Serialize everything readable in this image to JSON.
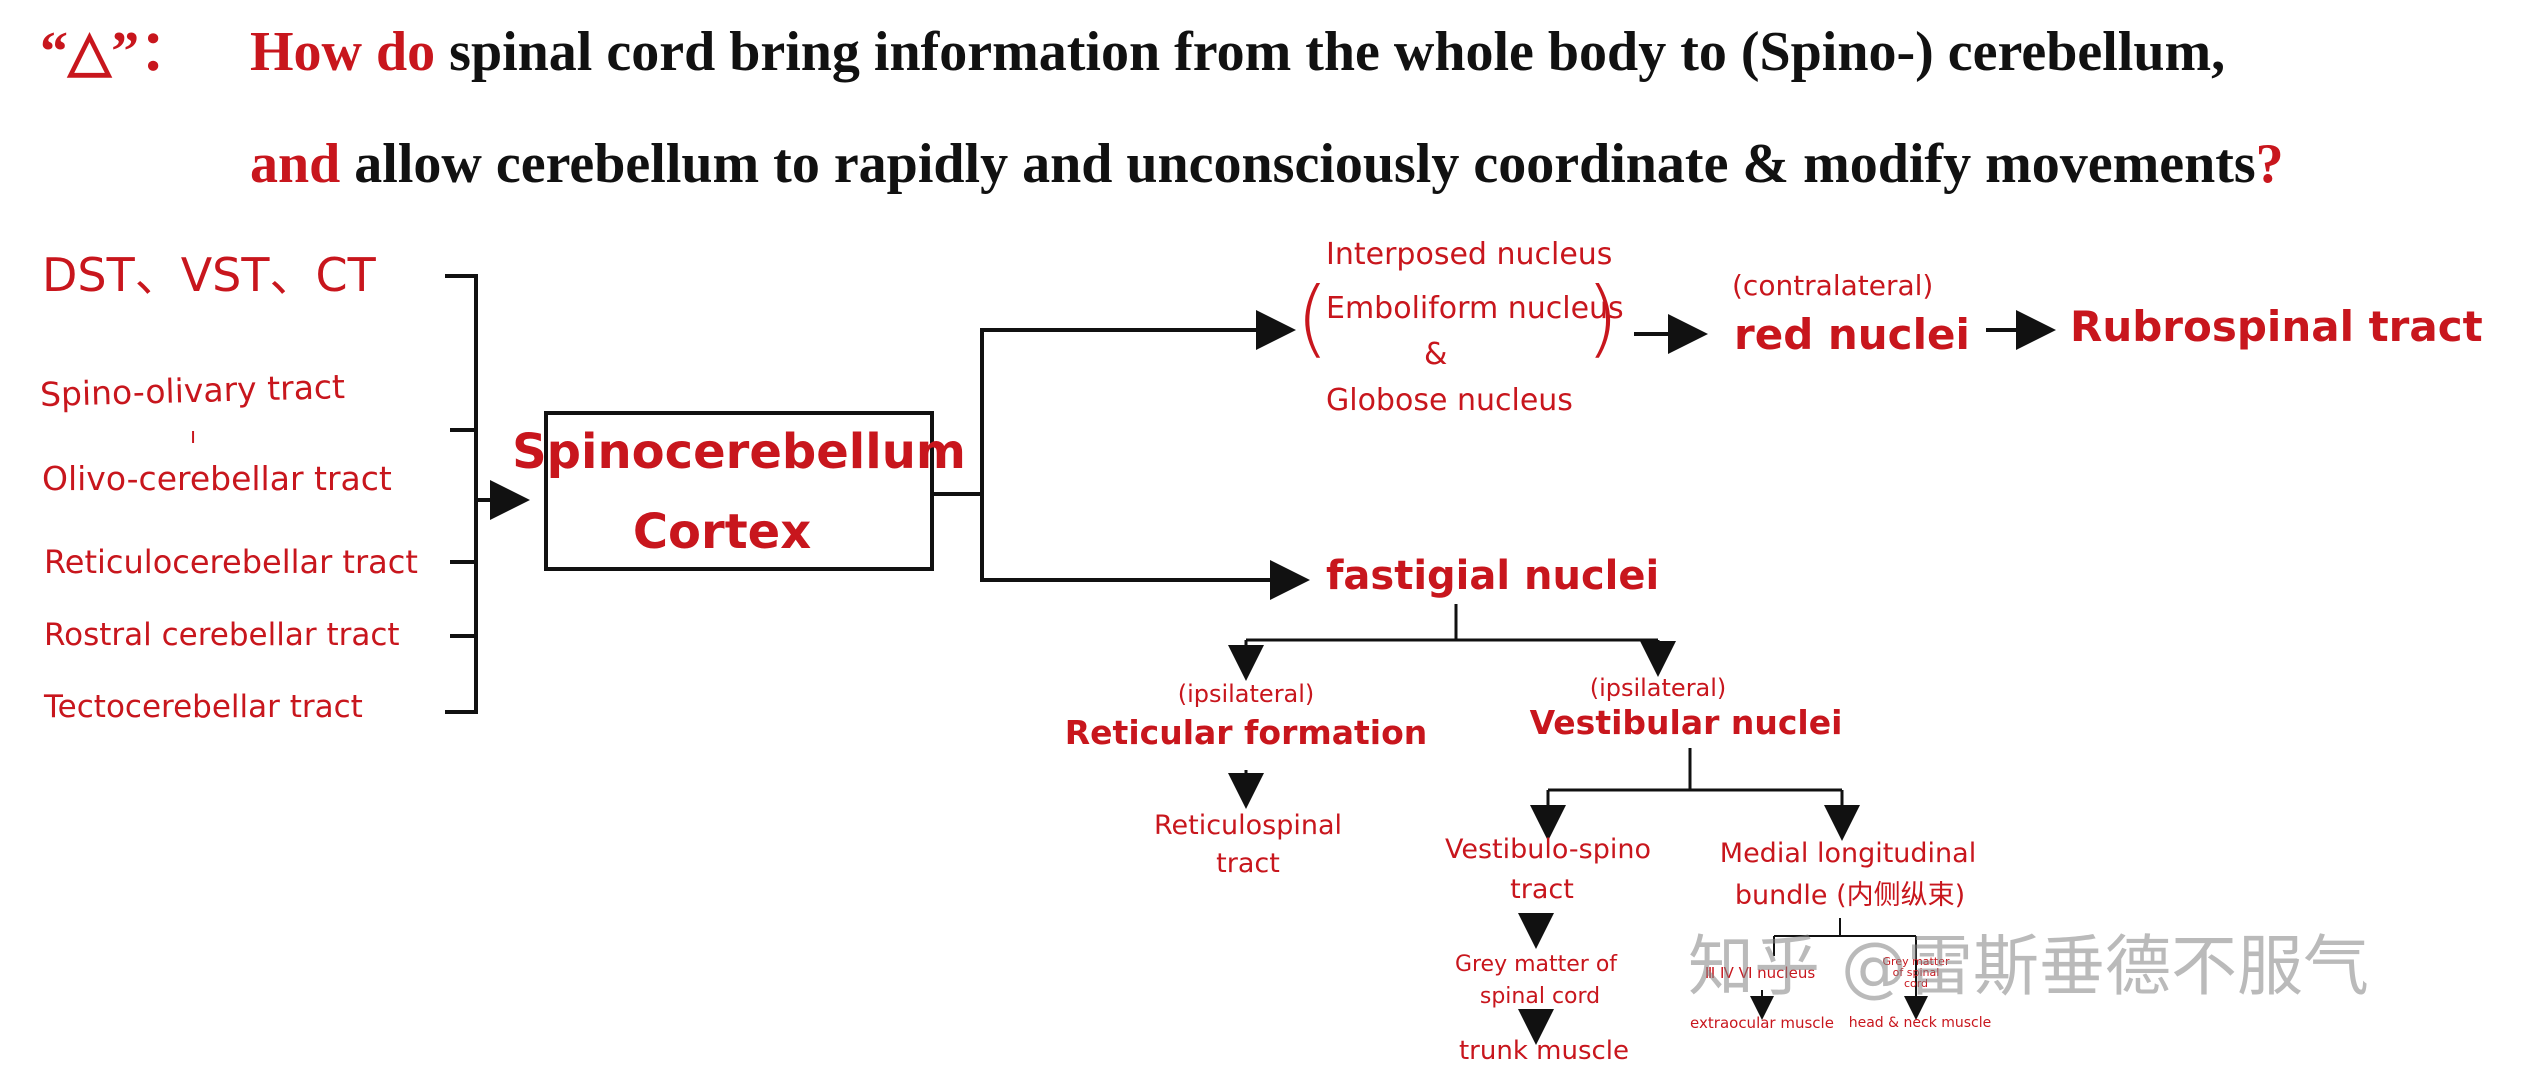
{
  "header": {
    "marker": "“△”：",
    "line1_red": "How do",
    "line1_rest": " spinal cord bring information from the whole body to (Spino-) cerebellum,",
    "line2_red": "and",
    "line2_rest": " allow cerebellum to rapidly and unconsciously coordinate & modify movements",
    "line2_q": "?"
  },
  "inputs": {
    "dst": "DST、VST、CT",
    "spino_olivary": "Spino-olivary tract",
    "tick": "ı",
    "olivo_cerebellar": "Olivo-cerebellar tract",
    "reticulocerebellar": "Reticulocerebellar  tract",
    "rostral": "Rostral  cerebellar  tract",
    "tectocerebellar": "Tectocerebellar  tract"
  },
  "center": {
    "line1": "Spinocerebellum",
    "line2": "Cortex"
  },
  "interposed": {
    "title": "Interposed  nucleus",
    "emboliform": "Emboliform  nucleus",
    "amp": "&",
    "globose": "Globose  nucleus",
    "paren_l": "(",
    "paren_r": ")"
  },
  "red_path": {
    "contralateral": "(contralateral)",
    "red_nuclei": "red  nuclei",
    "rubrospinal": "Rubrospinal  tract"
  },
  "fastigial": {
    "label": "fastigial  nuclei"
  },
  "reticular": {
    "ipsi": "(ipsilateral)",
    "formation": "Reticular  formation",
    "spinal1": "Reticulospinal",
    "spinal2": "tract"
  },
  "vestibular": {
    "ipsi": "(ipsilateral)",
    "nuclei": "Vestibular  nuclei",
    "vs1": "Vestibulo-spino",
    "vs2": "tract",
    "grey1": "Grey matter  of",
    "grey2": "spinal  cord",
    "trunk": "trunk  muscle",
    "mlb1": "Medial  longitudinal",
    "mlb2": "bundle (内侧纵束)",
    "nuc": "Ⅲ Ⅳ Ⅵ nucleus",
    "extra": "extraocular muscle",
    "gm_cord": "Grey matter of spinal cord",
    "headneck": "head & neck  muscle"
  },
  "watermark": "知乎 @雷斯垂德不服气"
}
